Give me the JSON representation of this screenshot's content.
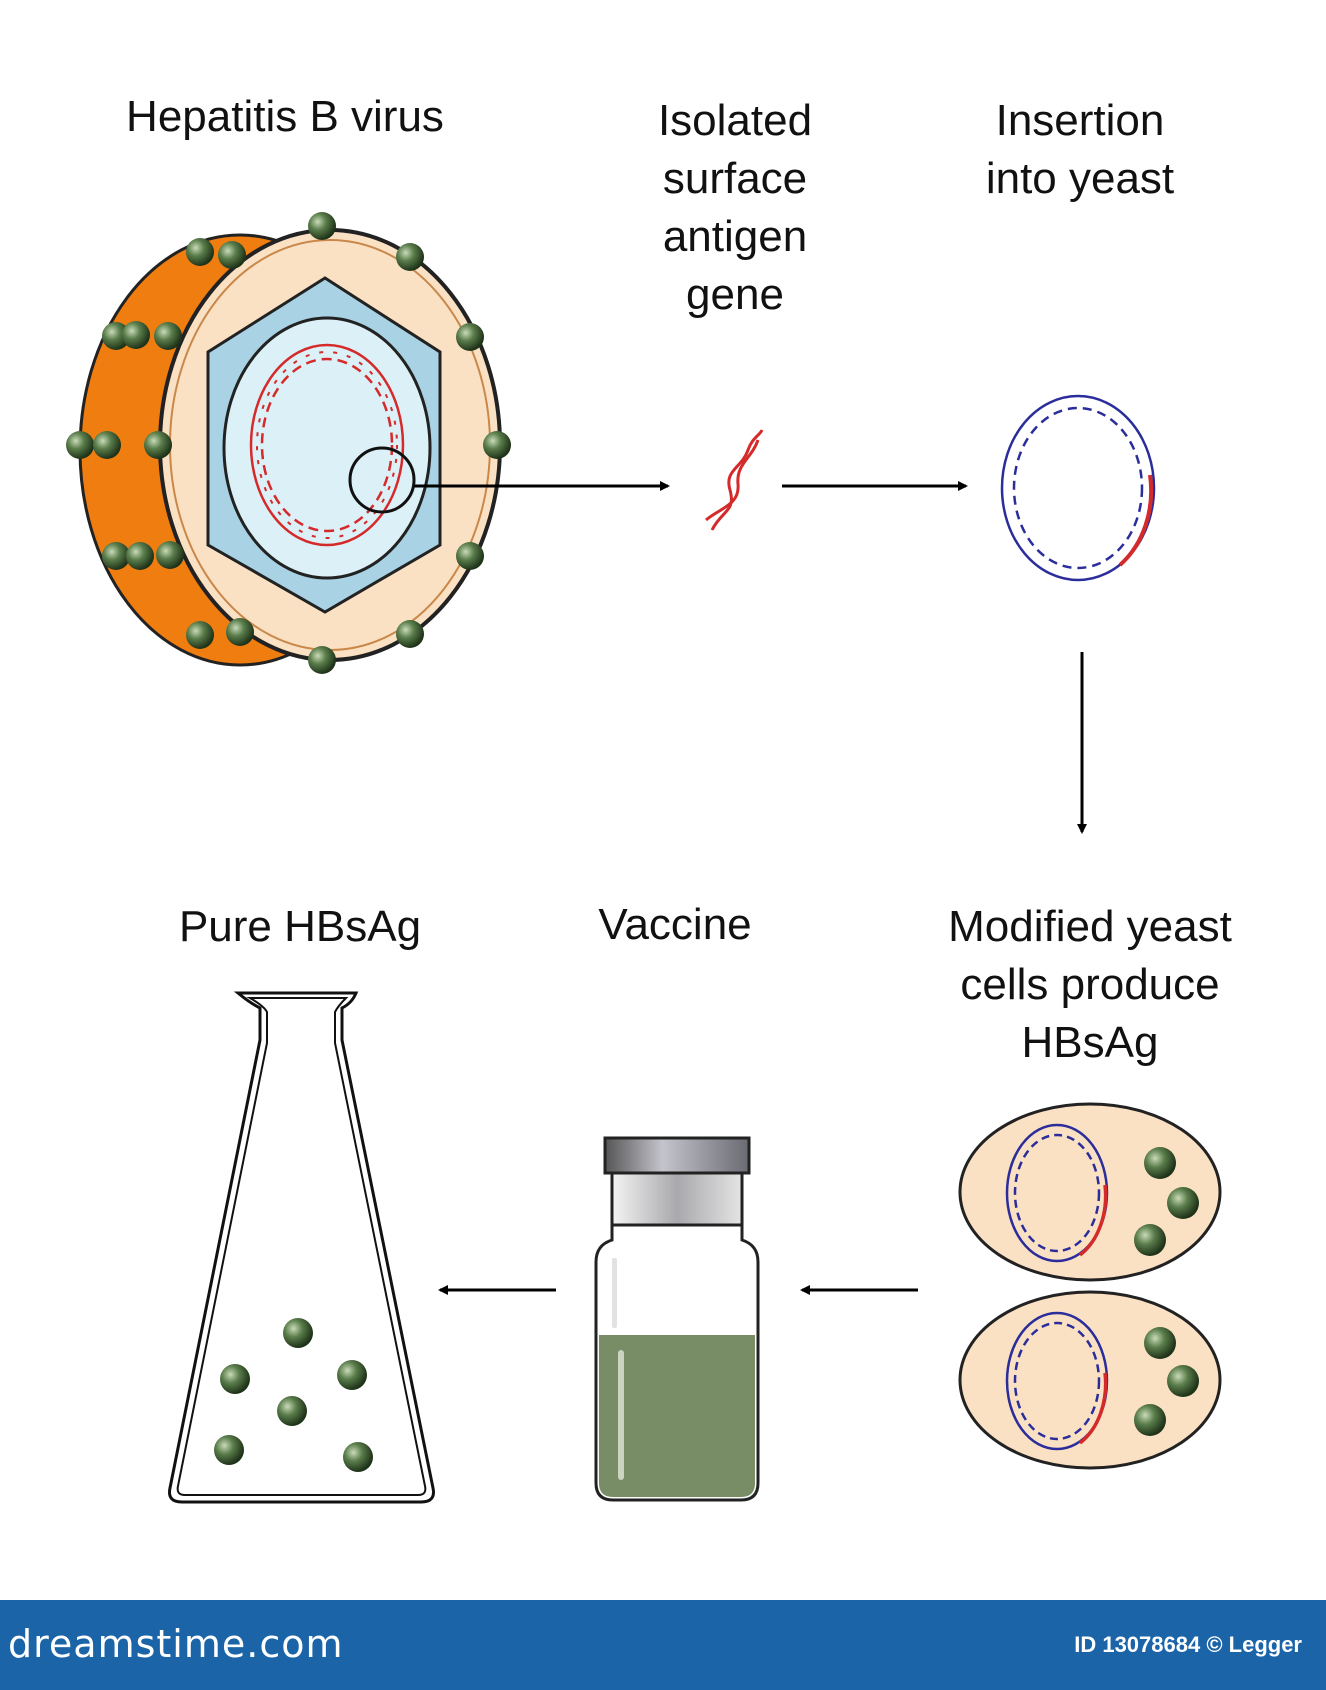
{
  "labels": {
    "virus": "Hepatitis B virus",
    "gene": "Isolated\nsurface\nantigen\ngene",
    "insertion": "Insertion\ninto yeast",
    "modified": "Modified yeast\ncells produce\nHBsAg",
    "vaccine": "Vaccine",
    "pure": "Pure HBsAg"
  },
  "footer": {
    "brand": "dreamstime.com",
    "credit": "ID 13078684 © Legger"
  },
  "colors": {
    "capsid_orange": "#f07d10",
    "envelope": "#fbe1c4",
    "hexagon": "#a9d3e4",
    "core": "#dcf0f7",
    "viral_dna": "#d42a2a",
    "yeast_dna": "#2a2d9a",
    "particle": "#4e7040",
    "vaccine_liquid": "#788c66",
    "footer_bg": "#1b64a8"
  }
}
